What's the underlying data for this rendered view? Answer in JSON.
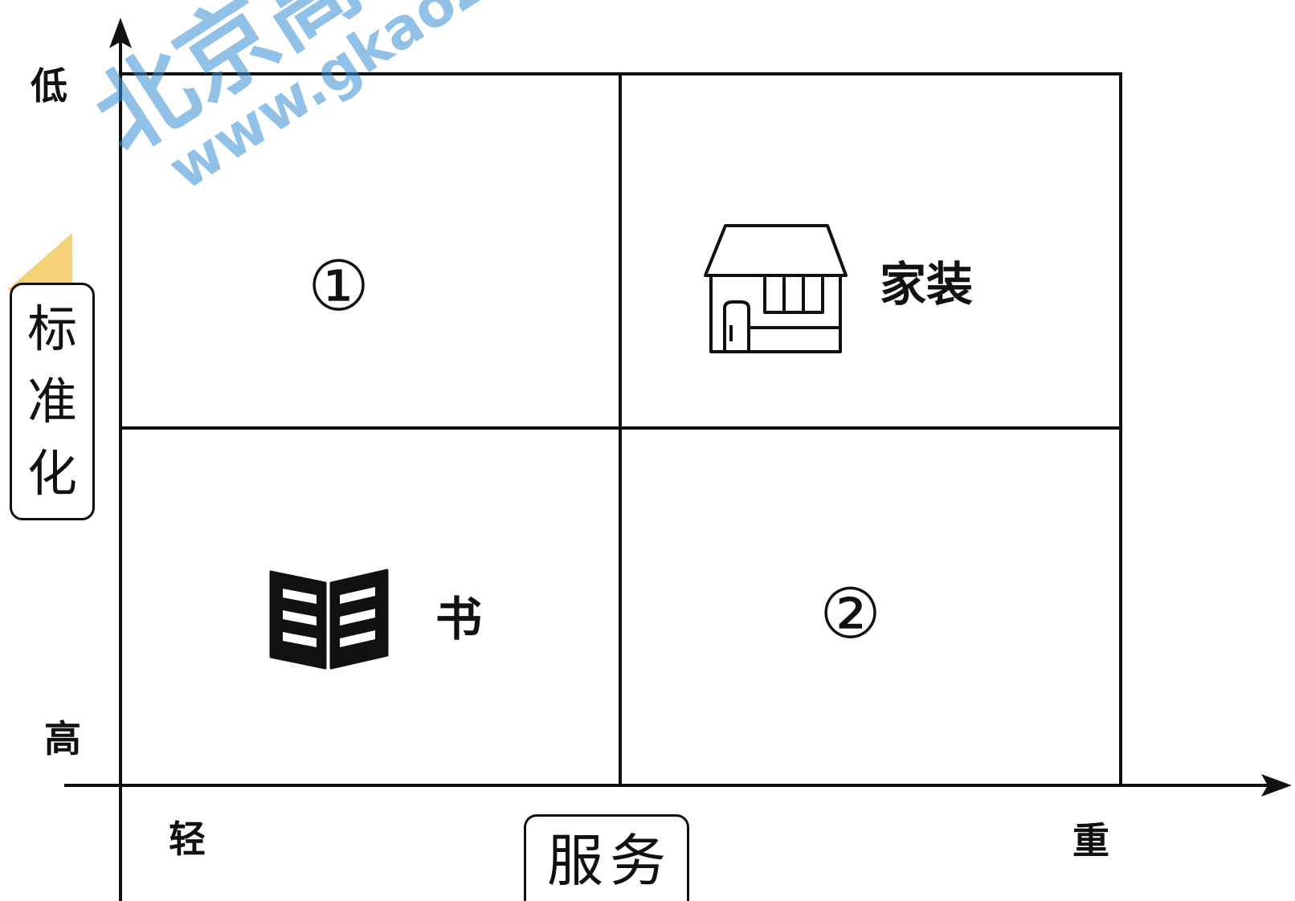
{
  "axes": {
    "y_title": [
      "标",
      "准",
      "化"
    ],
    "y_low": "低",
    "y_high": "高",
    "x_title": "服务",
    "x_light": "轻",
    "x_heavy": "重"
  },
  "quadrants": {
    "top_left": {
      "label": "①"
    },
    "top_right": {
      "label": "家装",
      "icon": "house-icon"
    },
    "bottom_left": {
      "label": "书",
      "icon": "book-icon"
    },
    "bottom_right": {
      "label": "②"
    }
  },
  "watermark": {
    "text": "北京高考在线 www.gkaozx.com",
    "color": "#3a8fd6"
  }
}
